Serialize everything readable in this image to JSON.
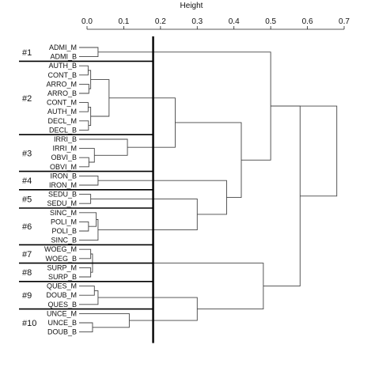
{
  "chart_data": {
    "type": "dendrogram",
    "xlabel": "Height",
    "xlim": [
      0,
      0.7
    ],
    "ticks": [
      "0.0",
      "0.1",
      "0.2",
      "0.3",
      "0.4",
      "0.5",
      "0.6",
      "0.7"
    ],
    "cut_height": 0.18,
    "leaves": [
      "ADMI_M",
      "ADMI_B",
      "AUTH_B",
      "CONT_B",
      "ARRO_M",
      "ARRO_B",
      "CONT_M",
      "AUTH_M",
      "DECL_M",
      "DECL_B",
      "IRRI_B",
      "IRRI_M",
      "OBVI_B",
      "OBVI_M",
      "IRON_B",
      "IRON_M",
      "SEDU_B",
      "SEDU_M",
      "SINC_M",
      "POLI_M",
      "POLI_B",
      "SINC_B",
      "WOEG_M",
      "WOEG_B",
      "SURP_M",
      "SURP_B",
      "QUES_M",
      "DOUB_M",
      "QUES_B",
      "UNCE_M",
      "UNCE_B",
      "DOUB_B"
    ],
    "groups": [
      {
        "label": "#1",
        "first": 0,
        "last": 1
      },
      {
        "label": "#2",
        "first": 2,
        "last": 9
      },
      {
        "label": "#3",
        "first": 10,
        "last": 13
      },
      {
        "label": "#4",
        "first": 14,
        "last": 15
      },
      {
        "label": "#5",
        "first": 16,
        "last": 17
      },
      {
        "label": "#6",
        "first": 18,
        "last": 21
      },
      {
        "label": "#7",
        "first": 22,
        "last": 23
      },
      {
        "label": "#8",
        "first": 24,
        "last": 25
      },
      {
        "label": "#9",
        "first": 26,
        "last": 28
      },
      {
        "label": "#10",
        "first": 29,
        "last": 31
      }
    ],
    "merges": [
      {
        "a": 0,
        "b": 1,
        "height": 0.03
      },
      {
        "a": 2,
        "b": 3,
        "height": 0.003
      },
      {
        "a": 4,
        "b": 5,
        "height": 0.005
      },
      {
        "a": "m1",
        "b": "m2",
        "height": 0.01
      },
      {
        "a": 6,
        "b": 7,
        "height": 0.003
      },
      {
        "a": 8,
        "b": 9,
        "height": 0.004
      },
      {
        "a": "m4",
        "b": "m5",
        "height": 0.01
      },
      {
        "a": "m3",
        "b": "m6",
        "height": 0.06
      },
      {
        "a": 12,
        "b": 13,
        "height": 0.005
      },
      {
        "a": 11,
        "b": "m8",
        "height": 0.02
      },
      {
        "a": 10,
        "b": "m9",
        "height": 0.11
      },
      {
        "a": 14,
        "b": 15,
        "height": 0.03
      },
      {
        "a": 16,
        "b": 17,
        "height": 0.01
      },
      {
        "a": 19,
        "b": 20,
        "height": 0.004
      },
      {
        "a": 18,
        "b": "m13",
        "height": 0.025
      },
      {
        "a": "m14",
        "b": 21,
        "height": 0.03
      },
      {
        "a": 22,
        "b": 23,
        "height": 0.01
      },
      {
        "a": 24,
        "b": 25,
        "height": 0.01
      },
      {
        "a": 26,
        "b": 27,
        "height": 0.02
      },
      {
        "a": "m18",
        "b": 28,
        "height": 0.03
      },
      {
        "a": 30,
        "b": 31,
        "height": 0.015
      },
      {
        "a": 29,
        "b": "m20",
        "height": 0.115
      },
      {
        "a": "m7",
        "b": "m10",
        "height": 0.24
      },
      {
        "a": "m12",
        "b": "m15",
        "height": 0.3
      },
      {
        "a": "m11",
        "b": "m23",
        "height": 0.38
      },
      {
        "a": "m22",
        "b": "m24",
        "height": 0.42
      },
      {
        "a": "m0",
        "b": "m25",
        "height": 0.5
      },
      {
        "a": "m16",
        "b": "m17",
        "height": 0.015
      },
      {
        "a": "m19",
        "b": "m21",
        "height": 0.3
      },
      {
        "a": "m27",
        "b": "m28",
        "height": 0.48
      },
      {
        "a": "m26",
        "b": "m29",
        "height": 0.58
      },
      {
        "a": "m26",
        "b": "m30",
        "height": 0.68
      }
    ]
  }
}
